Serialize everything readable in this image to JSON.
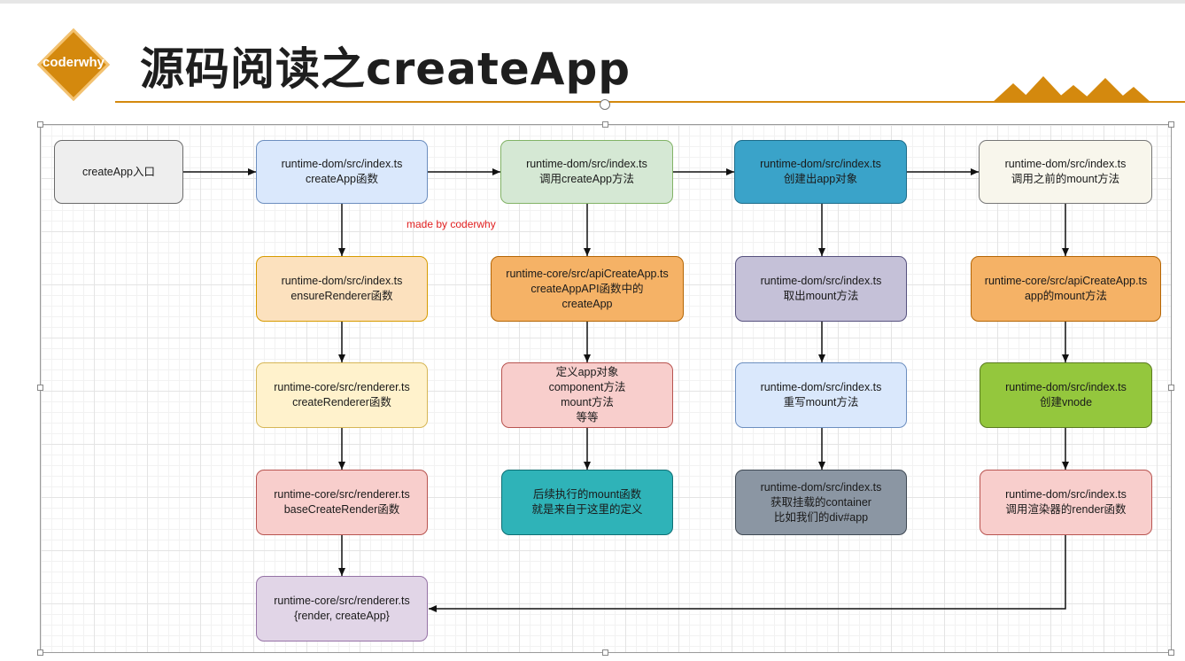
{
  "header": {
    "logo_text": "coderwhy",
    "title": "源码阅读之createApp"
  },
  "watermark": "made by coderwhy",
  "colors": {
    "accent": "#d4890e",
    "watermark": "#e02020"
  },
  "nodes": {
    "entry": [
      "createApp入口"
    ],
    "dom_create": [
      "runtime-dom/src/index.ts",
      "createApp函数"
    ],
    "dom_call": [
      "runtime-dom/src/index.ts",
      "调用createApp方法"
    ],
    "dom_app_obj": [
      "runtime-dom/src/index.ts",
      "创建出app对象"
    ],
    "dom_call_mount": [
      "runtime-dom/src/index.ts",
      "调用之前的mount方法"
    ],
    "dom_ensure": [
      "runtime-dom/src/index.ts",
      "ensureRenderer函数"
    ],
    "core_api": [
      "runtime-core/src/apiCreateApp.ts",
      "createAppAPI函数中的",
      "createApp"
    ],
    "dom_take_mount": [
      "runtime-dom/src/index.ts",
      "取出mount方法"
    ],
    "core_app_mount": [
      "runtime-core/src/apiCreateApp.ts",
      "app的mount方法"
    ],
    "core_create_renderer": [
      "runtime-core/src/renderer.ts",
      "createRenderer函数"
    ],
    "define_app": [
      "定义app对象",
      "component方法",
      "mount方法",
      "等等"
    ],
    "dom_rewrite": [
      "runtime-dom/src/index.ts",
      "重写mount方法"
    ],
    "dom_vnode": [
      "runtime-dom/src/index.ts",
      "创建vnode"
    ],
    "core_base": [
      "runtime-core/src/renderer.ts",
      "baseCreateRender函数"
    ],
    "mount_def": [
      "后续执行的mount函数",
      "就是来自于这里的定义"
    ],
    "dom_container": [
      "runtime-dom/src/index.ts",
      "获取挂载的container",
      "比如我们的div#app"
    ],
    "dom_render": [
      "runtime-dom/src/index.ts",
      "调用渲染器的render函数"
    ],
    "core_result": [
      "runtime-core/src/renderer.ts",
      "{render, createApp}"
    ]
  }
}
